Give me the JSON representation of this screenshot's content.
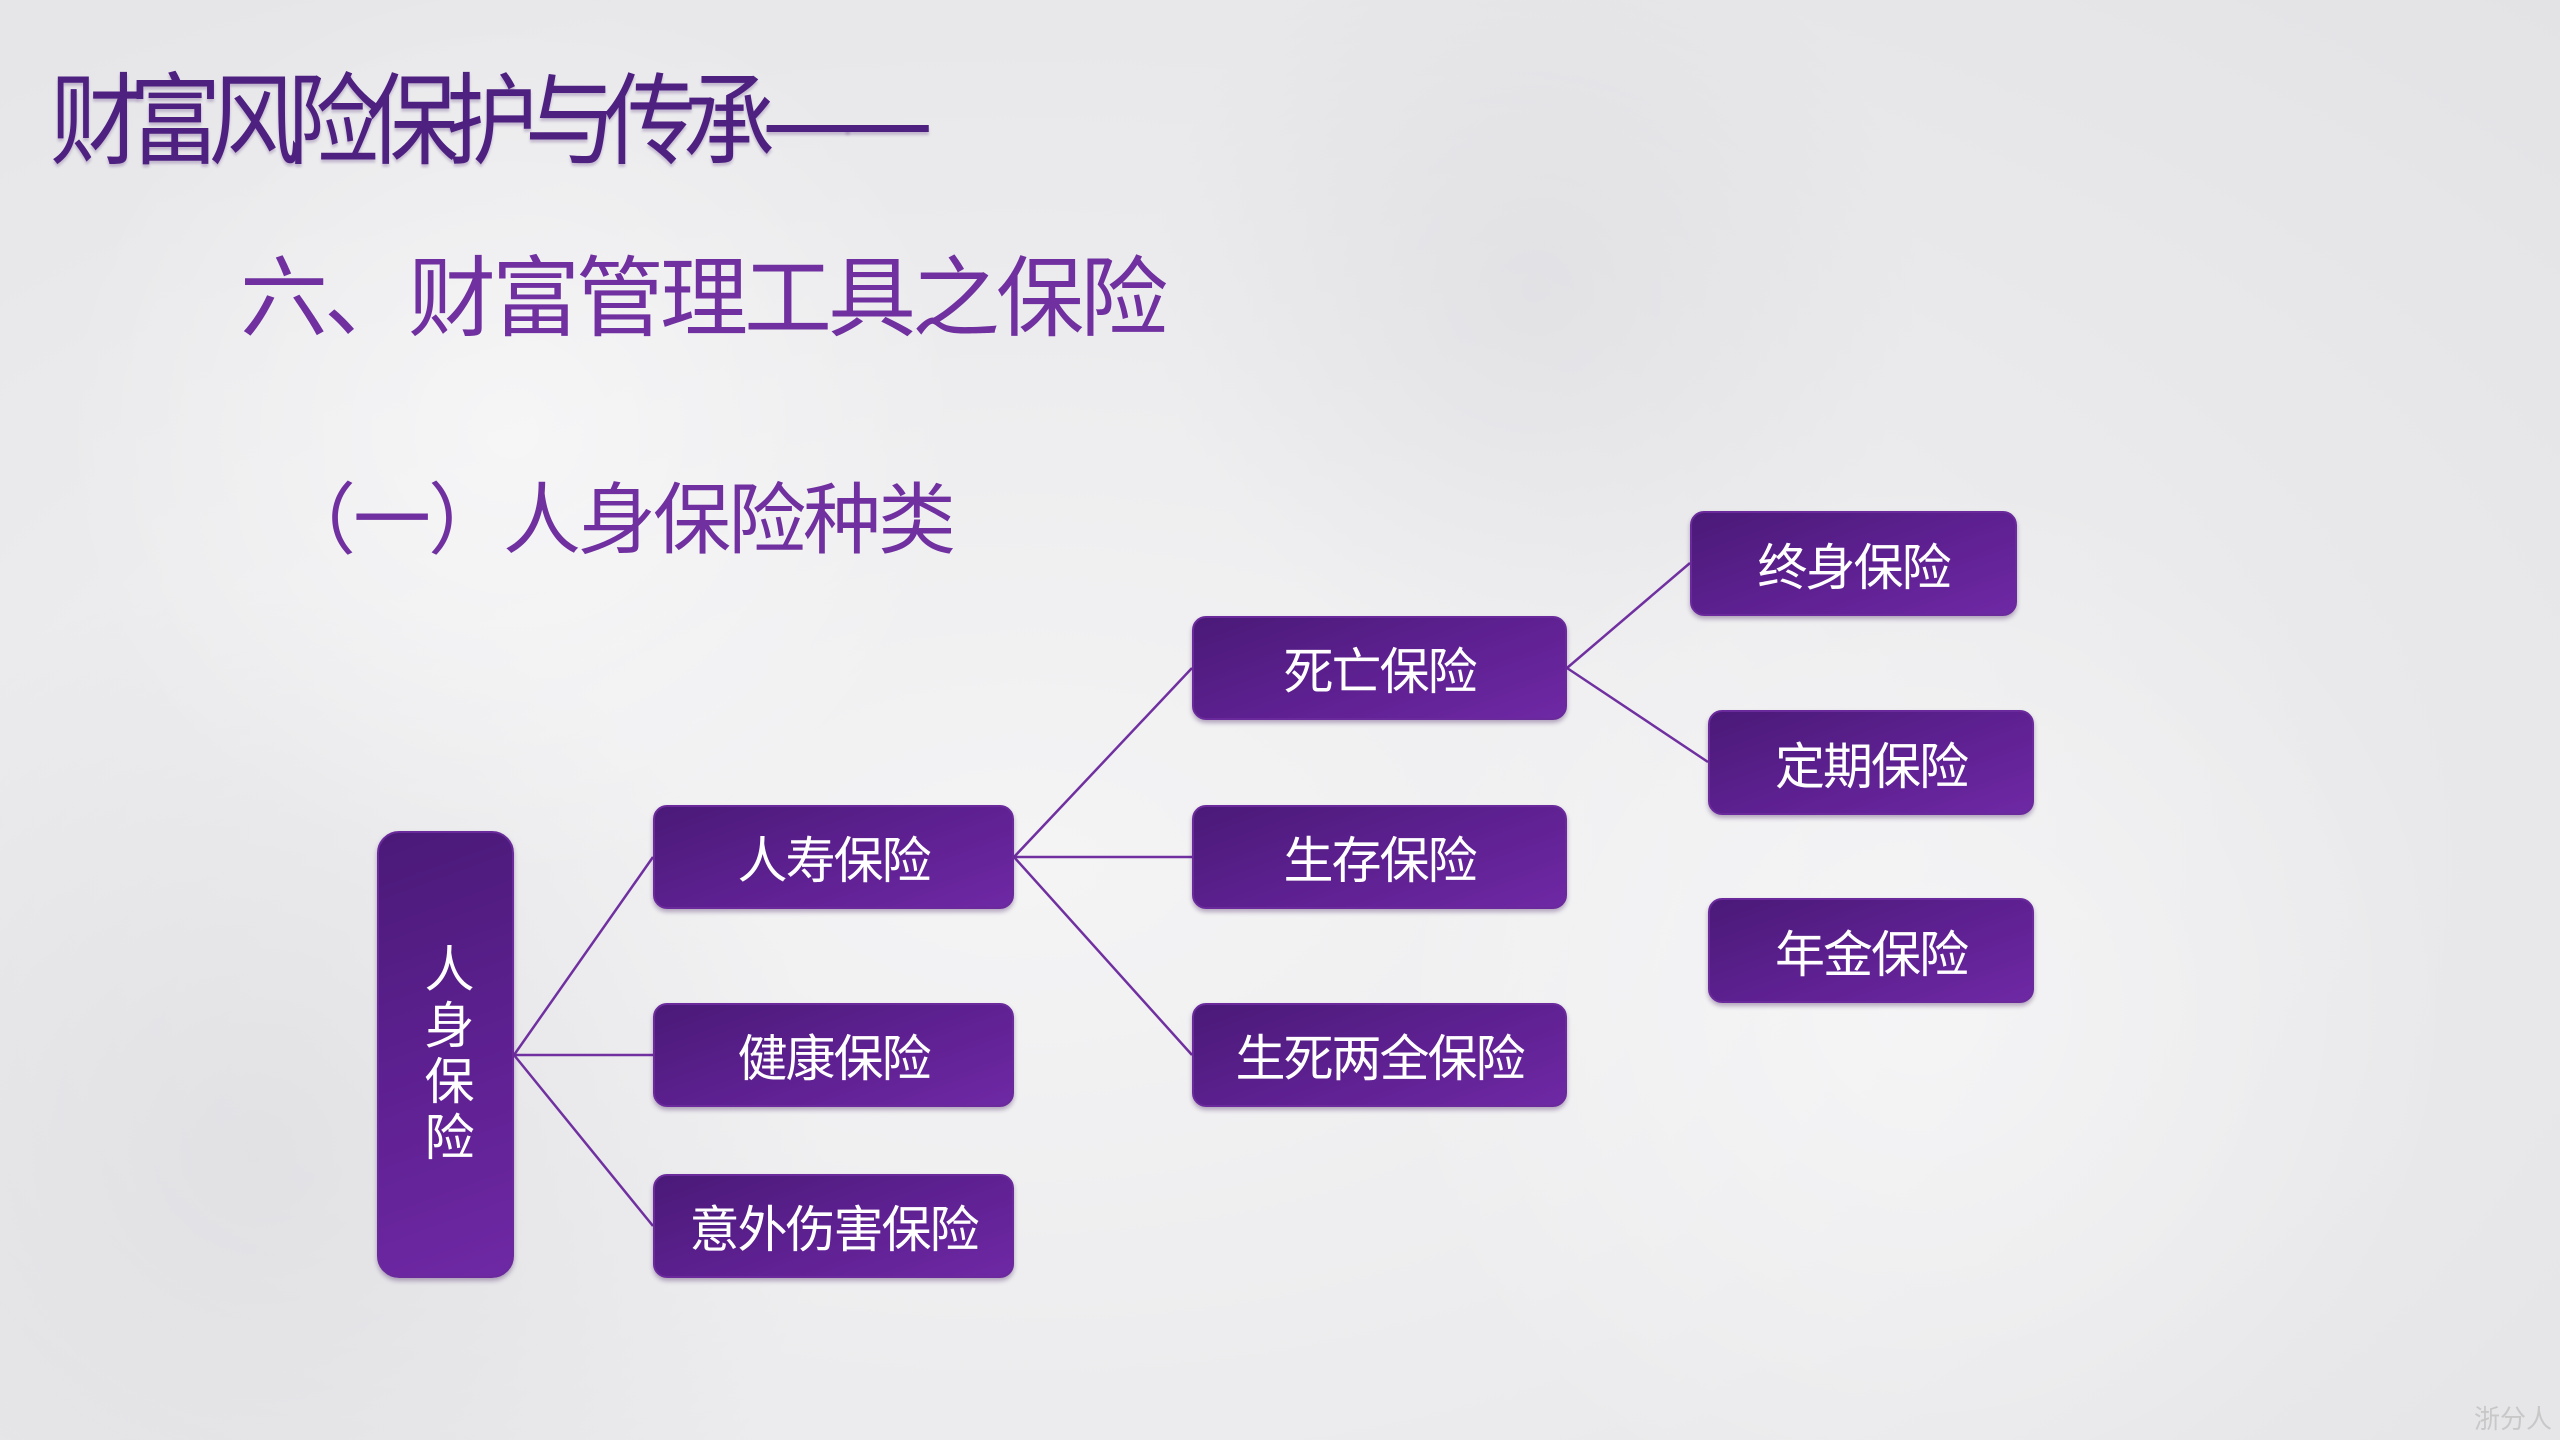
{
  "slide": {
    "title": "财富风险保护与传承——",
    "subtitle": "六、财富管理工具之保险",
    "section": "（一）人身保险种类",
    "watermark": "浙分人"
  },
  "diagram": {
    "root": "人身保险",
    "level1": [
      "人寿保险",
      "健康保险",
      "意外伤害保险"
    ],
    "level2": [
      "死亡保险",
      "生存保险",
      "生死两全保险"
    ],
    "level3": [
      "终身保险",
      "定期保险",
      "年金保险"
    ],
    "colors": {
      "node": "#5d2090",
      "line": "#7030a0",
      "title": "#4e2080",
      "subtitle": "#7030a0"
    }
  }
}
